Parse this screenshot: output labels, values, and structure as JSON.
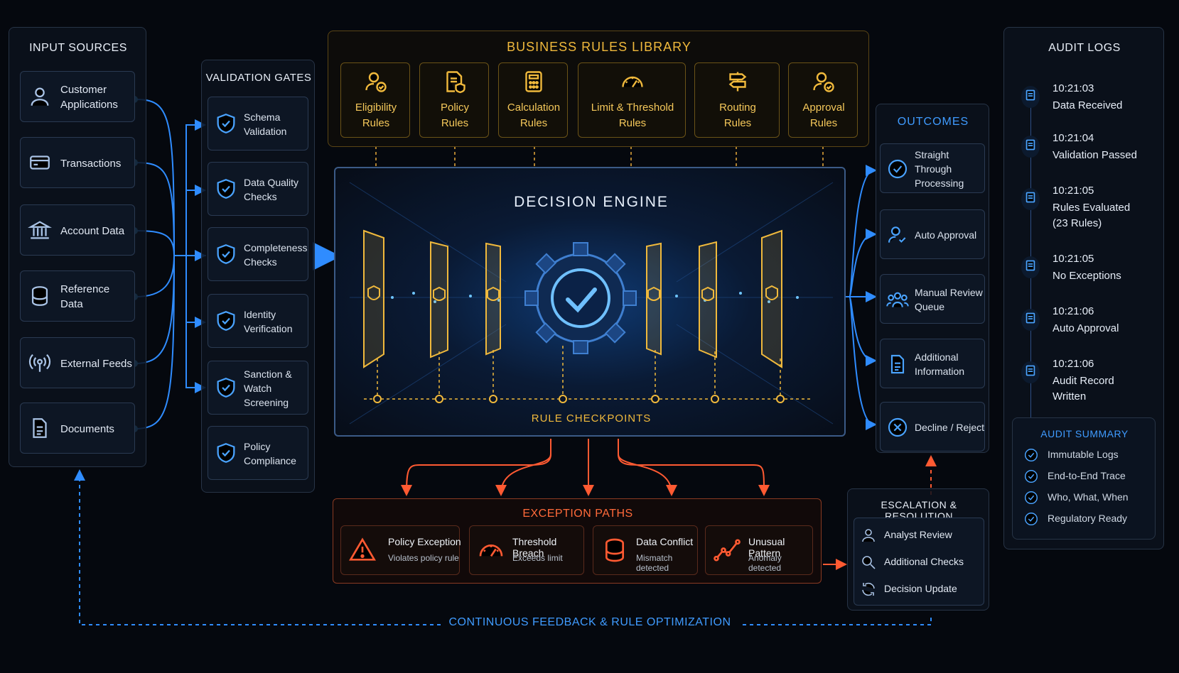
{
  "colors": {
    "blue": "#2f8cff",
    "gold": "#f0b93c",
    "orange": "#ff5a32",
    "panel_border": "#273446"
  },
  "input_sources": {
    "title": "INPUT SOURCES",
    "items": [
      {
        "label": "Customer\nApplications",
        "icon": "person-icon"
      },
      {
        "label": "Transactions",
        "icon": "card-icon"
      },
      {
        "label": "Account Data",
        "icon": "bank-icon"
      },
      {
        "label": "Reference Data",
        "icon": "database-icon"
      },
      {
        "label": "External Feeds",
        "icon": "broadcast-icon"
      },
      {
        "label": "Documents",
        "icon": "document-icon"
      }
    ]
  },
  "validation_gates": {
    "title": "VALIDATION GATES",
    "items": [
      "Schema\nValidation",
      "Data Quality\nChecks",
      "Completeness\nChecks",
      "Identity\nVerification",
      "Sanction & Watch\nScreening",
      "Policy\nCompliance"
    ]
  },
  "rules_library": {
    "title": "BUSINESS RULES LIBRARY",
    "items": [
      {
        "label": "Eligibility\nRules",
        "icon": "person-check-icon"
      },
      {
        "label": "Policy\nRules",
        "icon": "policy-doc-icon"
      },
      {
        "label": "Calculation\nRules",
        "icon": "calculator-icon"
      },
      {
        "label": "Limit & Threshold\nRules",
        "icon": "gauge-icon"
      },
      {
        "label": "Routing\nRules",
        "icon": "signpost-icon"
      },
      {
        "label": "Approval\nRules",
        "icon": "approval-person-icon"
      }
    ]
  },
  "engine": {
    "title": "DECISION ENGINE",
    "checkpoints_label": "RULE CHECKPOINTS"
  },
  "outcomes": {
    "title": "OUTCOMES",
    "items": [
      {
        "label": "Straight Through\nProcessing",
        "icon": "check-circle-icon"
      },
      {
        "label": "Auto Approval",
        "icon": "user-check-icon"
      },
      {
        "label": "Manual Review\nQueue",
        "icon": "team-icon"
      },
      {
        "label": "Additional\nInformation",
        "icon": "document-icon"
      },
      {
        "label": "Decline / Reject",
        "icon": "x-circle-icon"
      }
    ]
  },
  "audit_logs": {
    "title": "AUDIT LOGS",
    "entries": [
      {
        "time": "10:21:03",
        "text": "Data Received"
      },
      {
        "time": "10:21:04",
        "text": "Validation Passed"
      },
      {
        "time": "10:21:05",
        "text": "Rules Evaluated\n(23 Rules)"
      },
      {
        "time": "10:21:05",
        "text": "No Exceptions"
      },
      {
        "time": "10:21:06",
        "text": "Auto Approval"
      },
      {
        "time": "10:21:06",
        "text": "Audit Record\nWritten"
      }
    ]
  },
  "audit_summary": {
    "title": "AUDIT SUMMARY",
    "items": [
      "Immutable Logs",
      "End-to-End Trace",
      "Who, What, When",
      "Regulatory Ready"
    ]
  },
  "exceptions": {
    "title": "EXCEPTION PATHS",
    "items": [
      {
        "title": "Policy Exception",
        "sub": "Violates policy rule",
        "icon": "warning-icon"
      },
      {
        "title": "Threshold Breach",
        "sub": "Exceeds limit",
        "icon": "gauge-icon"
      },
      {
        "title": "Data Conflict",
        "sub": "Mismatch detected",
        "icon": "database-icon"
      },
      {
        "title": "Unusual Pattern",
        "sub": "Anomaly detected",
        "icon": "trend-icon"
      }
    ]
  },
  "escalation": {
    "title": "ESCALATION & RESOLUTION",
    "items": [
      {
        "label": "Analyst Review",
        "icon": "person-icon"
      },
      {
        "label": "Additional Checks",
        "icon": "search-icon"
      },
      {
        "label": "Decision Update",
        "icon": "refresh-icon"
      }
    ]
  },
  "feedback": {
    "label": "CONTINUOUS FEEDBACK & RULE OPTIMIZATION"
  }
}
